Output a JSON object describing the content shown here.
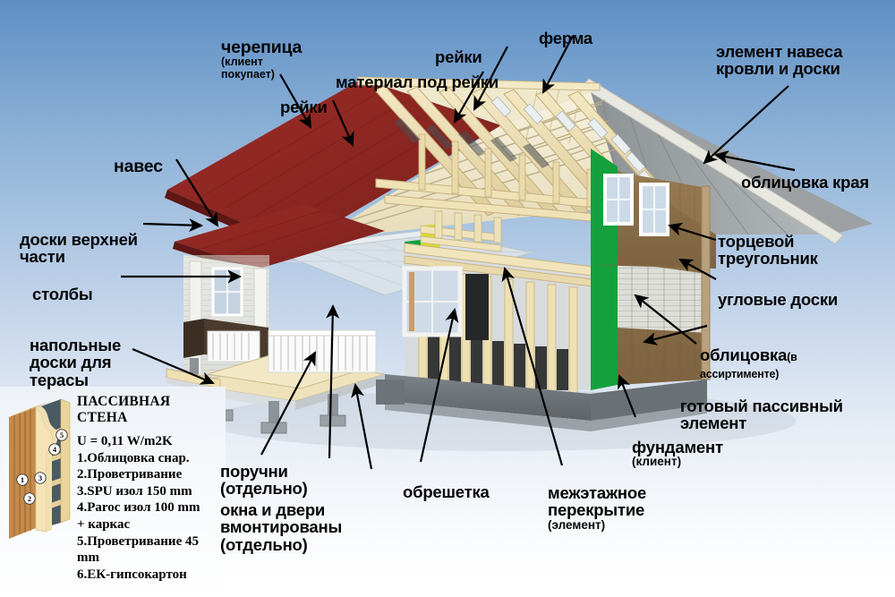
{
  "diagram": {
    "title": "Схема каркасного дома — пассивная стена",
    "background": {
      "sky_top": "#5d8fc4",
      "ground": "#ffffff"
    },
    "colors": {
      "roof_tile": "#8e2622",
      "timber": "#efe0b2",
      "sheathing": "#f2ead0",
      "siding_grey": "#cfd2cc",
      "wall_brown": "#8a6f4e",
      "wall_green": "#2fa04a",
      "wall_yellow": "#d8d930",
      "foundation": "#6d7479",
      "white_trim": "#f2f2f0"
    }
  },
  "labels": [
    {
      "id": "cherepitsa",
      "main": "черепица",
      "sub": "(клиент\nпокупает)"
    },
    {
      "id": "reyki-left",
      "main": "рейки",
      "sub": ""
    },
    {
      "id": "material",
      "main": "материал под рейки",
      "sub": ""
    },
    {
      "id": "reyki-top",
      "main": "рейки",
      "sub": ""
    },
    {
      "id": "ferma",
      "main": "ферма",
      "sub": ""
    },
    {
      "id": "element-navesa",
      "main": "элемент навеса\nкровли и доски",
      "sub": ""
    },
    {
      "id": "oblicovka-kraya",
      "main": "облицовка края",
      "sub": ""
    },
    {
      "id": "naves",
      "main": "навес",
      "sub": ""
    },
    {
      "id": "doski-verh",
      "main": "доски верхней\nчасти",
      "sub": ""
    },
    {
      "id": "stolby",
      "main": "столбы",
      "sub": ""
    },
    {
      "id": "napolnye",
      "main": "напольные\nдоски для\nтерасы",
      "sub": ""
    },
    {
      "id": "poruchni",
      "main": "поручни\n(отдельно)",
      "sub": ""
    },
    {
      "id": "okna-dveri",
      "main": "окна и двери\nвмонтированы\n(отдельно)",
      "sub": ""
    },
    {
      "id": "obreshetka",
      "main": "обрешетка",
      "sub": ""
    },
    {
      "id": "mezhetazhnoe",
      "main": "межэтажное\nперекрытие",
      "sub": "(элемент)"
    },
    {
      "id": "fundament",
      "main": "фундамент",
      "sub": "(клиент)"
    },
    {
      "id": "gotovyy",
      "main": "готовый пассивный\nэлемент",
      "sub": ""
    },
    {
      "id": "oblicovka",
      "main": "облицовка",
      "sub": "(в\nассиртименте)"
    },
    {
      "id": "torcevoy",
      "main": "торцевой\nтреугольник",
      "sub": ""
    },
    {
      "id": "uglovye",
      "main": "угловые доски",
      "sub": ""
    }
  ],
  "legend": {
    "title": "ПАССИВНАЯ\nСТЕНА",
    "body": "U = 0,11 W/m2K\n1.Облицовка снар.\n2.Проветривание\n3.SPU изол 150 mm\n4.Paroc изол 100 mm\n+ каркас\n5.Проветривание 45\nmm\n6.ЕК-гипсокартон",
    "callout_numbers": [
      "1",
      "2",
      "3",
      "4",
      "5"
    ]
  }
}
